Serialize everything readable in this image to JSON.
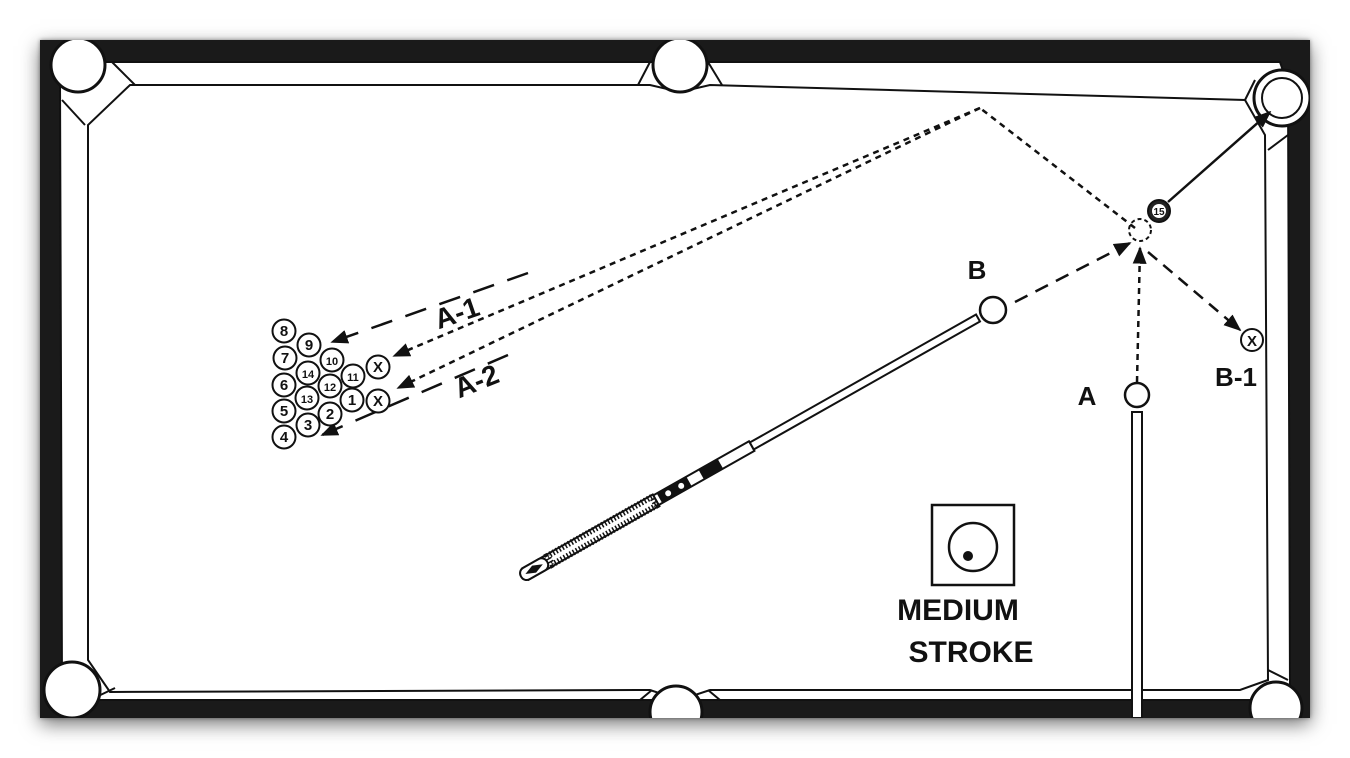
{
  "shot": {
    "label_a": "A",
    "label_b": "B",
    "label_b1": "B-1",
    "label_a1": "A-1",
    "label_a2": "A-2",
    "object_ball": "15",
    "ghost_marker": "X"
  },
  "cue_tip_legend": {
    "line1": "MEDIUM",
    "line2": "STROKE"
  },
  "rack": {
    "balls": [
      "8",
      "9",
      "7",
      "10",
      "14",
      "6",
      "12",
      "11",
      "13",
      "1",
      "5",
      "2",
      "3",
      "4"
    ],
    "markers": [
      "X",
      "X"
    ]
  },
  "colors": {
    "rail": "#1a1a1a",
    "cloth": "#ffffff",
    "line": "#111111",
    "object_ball_fill": "#222222"
  }
}
